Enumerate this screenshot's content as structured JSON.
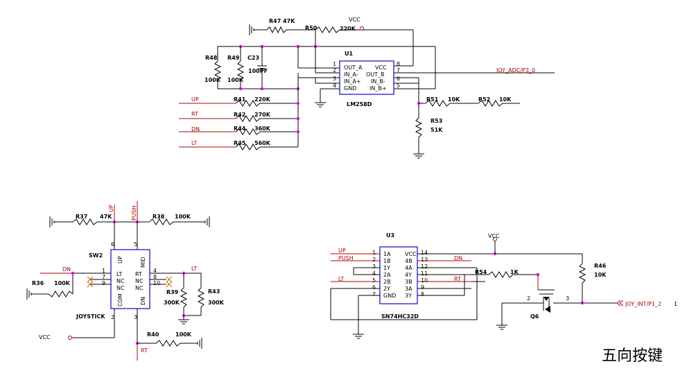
{
  "title": "五向按键",
  "vcc": "VCC",
  "u1": {
    "ref": "U1",
    "part": "LM258D",
    "pins_left": [
      "OUT_A",
      "IN_A-",
      "IN_A+",
      "GND"
    ],
    "pins_right": [
      "VCC",
      "OUT_B",
      "IN_B-",
      "IN_B+"
    ],
    "pin_nums_left": [
      "1",
      "2",
      "3",
      "4"
    ],
    "pin_nums_right": [
      "8",
      "7",
      "6",
      "5"
    ]
  },
  "joy_adc": "JOY_ADC/P3_0",
  "u1_resistors": {
    "r47": {
      "ref": "R47",
      "val": "47K"
    },
    "r50": {
      "ref": "R50",
      "val": "220K"
    },
    "r48": {
      "ref": "R48",
      "val": "100K"
    },
    "r49": {
      "ref": "R49",
      "val": "100K"
    },
    "c23": {
      "ref": "C23",
      "val": "100PF"
    },
    "r41": {
      "ref": "R41",
      "val": "220K"
    },
    "r42": {
      "ref": "R42",
      "val": "270K"
    },
    "r44": {
      "ref": "R44",
      "val": "360K"
    },
    "r45": {
      "ref": "R45",
      "val": "560K"
    },
    "r51": {
      "ref": "R51",
      "val": "10K"
    },
    "r52": {
      "ref": "R52",
      "val": "10K"
    },
    "r53": {
      "ref": "R53",
      "val": "51K"
    }
  },
  "inputs": [
    "UP",
    "RT",
    "DN",
    "LT"
  ],
  "sw2": {
    "ref": "SW2",
    "name": "JOYSTICK",
    "in_left": [
      "LT",
      "NC",
      "NC"
    ],
    "in_right": [
      "RT",
      "NC",
      "NC"
    ],
    "top": [
      "UP",
      "MID"
    ],
    "bottom": [
      "COM",
      "DN"
    ],
    "pins": [
      "6",
      "5",
      "1",
      "7",
      "9",
      "4",
      "8",
      "10",
      "2",
      "3"
    ]
  },
  "sw_res": {
    "r37": {
      "ref": "R37",
      "val": "47K"
    },
    "r38": {
      "ref": "R38",
      "val": "100K"
    },
    "r36": {
      "ref": "R36",
      "val": "100K"
    },
    "r39": {
      "ref": "R39",
      "val": "300K"
    },
    "r43": {
      "ref": "R43",
      "val": "300K"
    },
    "r40": {
      "ref": "R40",
      "val": "100K"
    }
  },
  "sw_nets": {
    "up": "UP",
    "push": "PUSH",
    "dn": "DN",
    "lt": "LT",
    "rt": "RT"
  },
  "u3": {
    "ref": "U3",
    "part": "SN74HC32D",
    "left": [
      "1A",
      "1B",
      "1Y",
      "2A",
      "2B",
      "2Y",
      "GND"
    ],
    "right": [
      "VCC",
      "4B",
      "4A",
      "4Y",
      "3B",
      "3A",
      "3Y"
    ],
    "pnum_left": [
      "1",
      "2",
      "3",
      "4",
      "5",
      "6",
      "7"
    ],
    "pnum_right": [
      "14",
      "13",
      "12",
      "11",
      "10",
      "9",
      "8"
    ],
    "nets_left": [
      "UP",
      "PUSH",
      "",
      "",
      "LT",
      "",
      ""
    ],
    "nets_right": [
      "",
      "DN",
      "",
      "",
      "RT",
      "",
      ""
    ]
  },
  "r54": {
    "ref": "R54",
    "val": "1K"
  },
  "r46": {
    "ref": "R46",
    "val": "10K"
  },
  "q6": {
    "ref": "Q6",
    "p2": "2",
    "p3": "3"
  },
  "joy_int": "JOY_INT/P1_2",
  "joy_int_pin": "1"
}
